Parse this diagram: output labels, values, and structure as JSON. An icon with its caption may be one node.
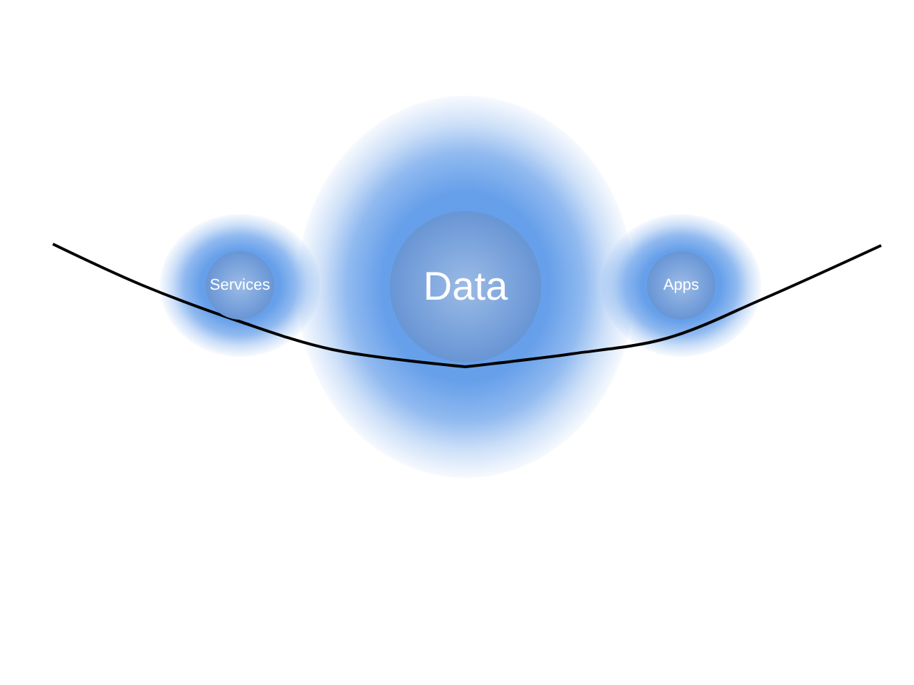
{
  "diagram": {
    "nodes": [
      {
        "text": [
          "Services"
        ]
      },
      {
        "text": [
          "Data"
        ]
      },
      {
        "text": [
          "Apps"
        ]
      }
    ]
  }
}
